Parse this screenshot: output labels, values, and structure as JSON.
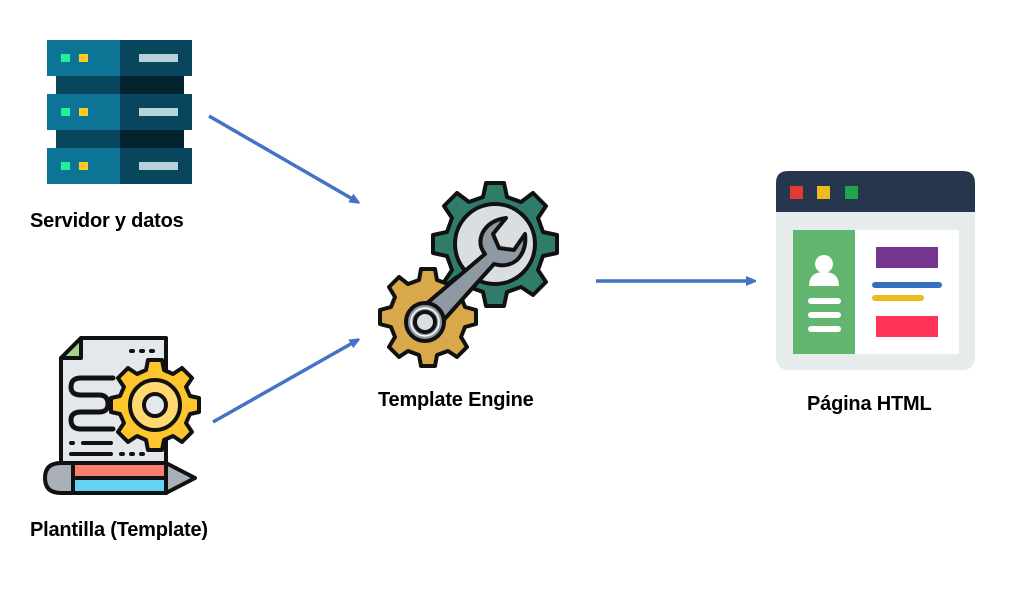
{
  "diagram": {
    "nodes": [
      {
        "id": "server",
        "label": "Servidor y datos",
        "icon": "server-rack-icon"
      },
      {
        "id": "template",
        "label": "Plantilla (Template)",
        "icon": "document-gear-pencil-icon"
      },
      {
        "id": "engine",
        "label": "Template Engine",
        "icon": "gears-wrench-icon"
      },
      {
        "id": "page",
        "label": "Página HTML",
        "icon": "browser-webpage-icon"
      }
    ],
    "edges": [
      {
        "from": "server",
        "to": "engine"
      },
      {
        "from": "template",
        "to": "engine"
      },
      {
        "from": "engine",
        "to": "page"
      }
    ]
  },
  "colors": {
    "arrow": "#4472C4",
    "server_light": "#0E7496",
    "server_dark": "#08465E",
    "gear_green": "#2F7C6B",
    "gear_gold": "#D8A84A",
    "doc_gear_yellow": "#FFC52E",
    "browser_bar": "#26364C",
    "browser_green": "#62B66F"
  }
}
